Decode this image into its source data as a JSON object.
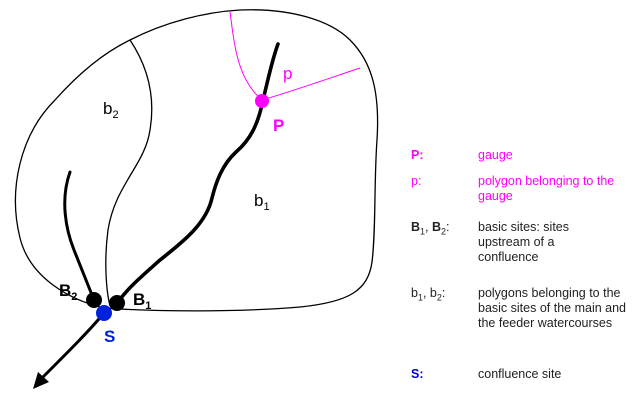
{
  "colors": {
    "gauge": "#ff00ff",
    "confluence": "#0022dd",
    "lines": "#000000"
  },
  "diagram": {
    "polygon_b2": "b",
    "polygon_b2_sub": "2",
    "polygon_b1": "b",
    "polygon_b1_sub": "1",
    "polygon_p": "p",
    "gauge": "P",
    "site_b2": "B",
    "site_b2_sub": "2",
    "site_b1": "B",
    "site_b1_sub": "1",
    "confluence": "S"
  },
  "legend": {
    "items": [
      {
        "key": "P:",
        "value": "gauge"
      },
      {
        "key": "p:",
        "value": "polygon belonging to the gauge"
      },
      {
        "key_b1": "B",
        "key_sub1": "1",
        "key_sep": ", ",
        "key_b2": "B",
        "key_sub2": "2",
        "key_colon": ":",
        "value": "basic sites: sites upstream of a confluence"
      },
      {
        "key_b1": "b",
        "key_sub1": "1",
        "key_sep": ", ",
        "key_b2": "b",
        "key_sub2": "2",
        "key_colon": ":",
        "value": "polygons belonging to the basic sites of the main and the feeder watercourses"
      },
      {
        "key": "S:",
        "value": "confluence site"
      }
    ]
  }
}
